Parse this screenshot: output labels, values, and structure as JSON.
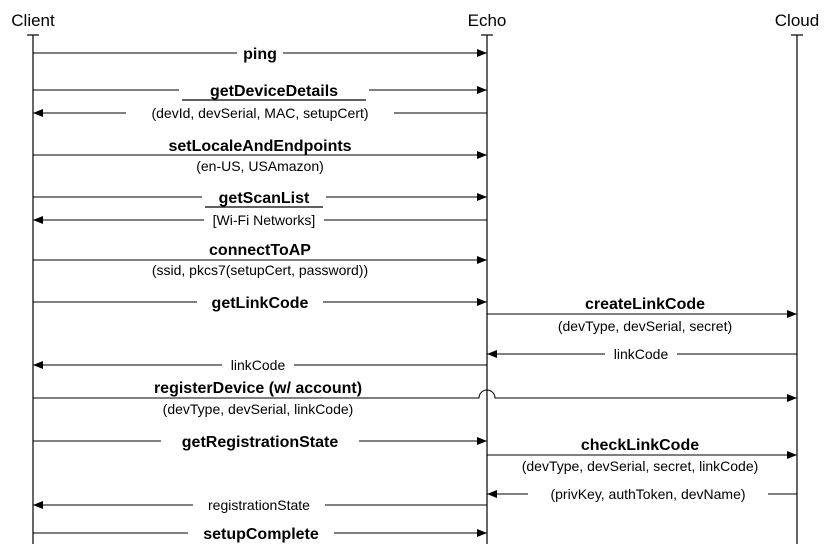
{
  "participants": {
    "client": "Client",
    "echo": "Echo",
    "cloud": "Cloud"
  },
  "messages": [
    {
      "id": "ping",
      "label": "ping"
    },
    {
      "id": "getDeviceDetails",
      "label": "getDeviceDetails"
    },
    {
      "id": "getDeviceDetails-resp",
      "label": "(devId, devSerial, MAC, setupCert)"
    },
    {
      "id": "setLocaleAndEndpoints",
      "label": "setLocaleAndEndpoints"
    },
    {
      "id": "setLocaleAndEndpoints-args",
      "label": "(en-US, USAmazon)"
    },
    {
      "id": "getScanList",
      "label": "getScanList"
    },
    {
      "id": "getScanList-resp",
      "label": "[Wi-Fi Networks]"
    },
    {
      "id": "connectToAP",
      "label": "connectToAP"
    },
    {
      "id": "connectToAP-args",
      "label": "(ssid, pkcs7(setupCert, password))"
    },
    {
      "id": "getLinkCode",
      "label": "getLinkCode"
    },
    {
      "id": "createLinkCode",
      "label": "createLinkCode"
    },
    {
      "id": "createLinkCode-args",
      "label": "(devType, devSerial, secret)"
    },
    {
      "id": "linkCode-cloud",
      "label": "linkCode"
    },
    {
      "id": "linkCode-echo",
      "label": "linkCode"
    },
    {
      "id": "registerDevice",
      "label": "registerDevice (w/ account)"
    },
    {
      "id": "registerDevice-args",
      "label": "(devType, devSerial, linkCode)"
    },
    {
      "id": "getRegistrationState",
      "label": "getRegistrationState"
    },
    {
      "id": "checkLinkCode",
      "label": "checkLinkCode"
    },
    {
      "id": "checkLinkCode-args",
      "label": "(devType, devSerial, secret, linkCode)"
    },
    {
      "id": "checkLinkCode-resp",
      "label": "(privKey, authToken, devName)"
    },
    {
      "id": "registrationState",
      "label": "registrationState"
    },
    {
      "id": "setupComplete",
      "label": "setupComplete"
    }
  ]
}
